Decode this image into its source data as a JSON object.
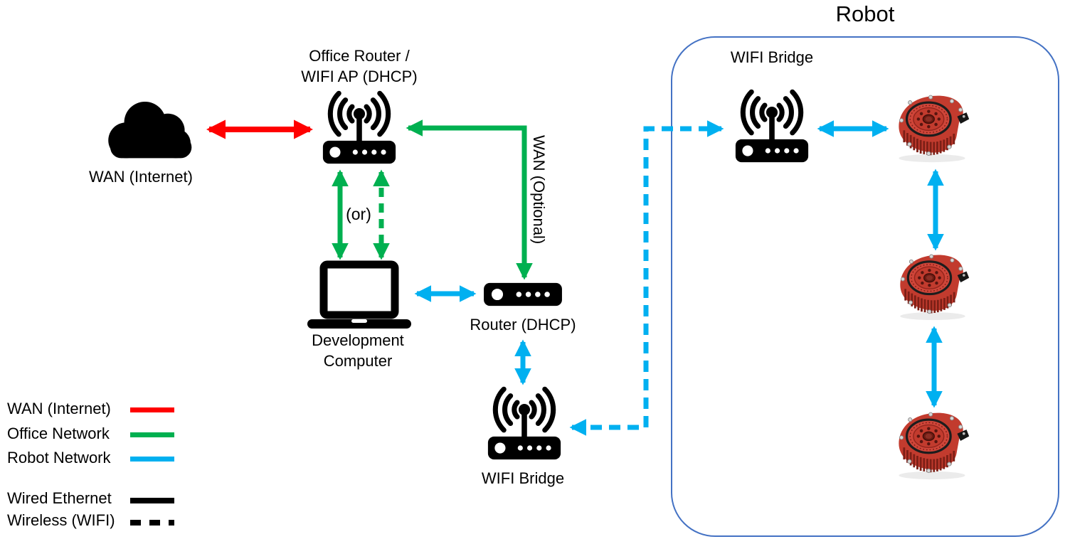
{
  "robot_group": {
    "title": "Robot"
  },
  "colors": {
    "wan_red": "#FF0000",
    "office_green": "#00B050",
    "robot_blue": "#00B0F0",
    "line_black": "#000000",
    "robot_box_border": "#4472C4"
  },
  "icons": {
    "cloud": "cloud-icon",
    "wifi_router": "wifi-router-icon",
    "router": "router-icon",
    "laptop": "laptop-icon",
    "actuator_module": "actuator-module-icon"
  },
  "nodes": {
    "wan_cloud": {
      "label": "WAN (Internet)",
      "icon": "cloud-icon"
    },
    "office_router": {
      "label_line1": "Office Router /",
      "label_line2": "WIFI AP (DHCP)",
      "icon": "wifi-router-icon"
    },
    "dev_computer": {
      "label_line1": "Development",
      "label_line2": "Computer",
      "icon": "laptop-icon"
    },
    "router_dhcp": {
      "label": "Router (DHCP)",
      "icon": "router-icon"
    },
    "office_wifi_bridge": {
      "label": "WIFI Bridge",
      "icon": "wifi-router-icon"
    },
    "robot_wifi_bridge": {
      "label": "WIFI Bridge",
      "icon": "wifi-router-icon"
    },
    "robot_modules": {
      "count": 3,
      "icon": "actuator-module-icon"
    }
  },
  "annotations": {
    "or_label": "(or)",
    "wan_optional_label": "WAN (Optional)"
  },
  "legend": {
    "network_items": [
      {
        "label": "WAN (Internet)",
        "color": "#FF0000",
        "line_style": "solid"
      },
      {
        "label": "Office Network",
        "color": "#00B050",
        "line_style": "solid"
      },
      {
        "label": "Robot Network",
        "color": "#00B0F0",
        "line_style": "solid"
      }
    ],
    "line_type_items": [
      {
        "label": "Wired Ethernet",
        "color": "#000000",
        "line_style": "solid"
      },
      {
        "label": "Wireless (WIFI)",
        "color": "#000000",
        "line_style": "dashed"
      }
    ]
  },
  "connections": [
    {
      "from": "wan_cloud",
      "to": "office_router",
      "network": "WAN (Internet)",
      "line": "wired",
      "bidirectional": true
    },
    {
      "from": "office_router",
      "to": "dev_computer",
      "network": "Office Network",
      "line": "wired",
      "bidirectional": true
    },
    {
      "from": "office_router",
      "to": "dev_computer",
      "network": "Office Network",
      "line": "wireless",
      "bidirectional": true,
      "note": "(or)"
    },
    {
      "from": "office_router",
      "to": "router_dhcp",
      "network": "Office Network",
      "line": "wired",
      "bidirectional": true,
      "note": "WAN (Optional)"
    },
    {
      "from": "dev_computer",
      "to": "router_dhcp",
      "network": "Robot Network",
      "line": "wired",
      "bidirectional": true
    },
    {
      "from": "router_dhcp",
      "to": "office_wifi_bridge",
      "network": "Robot Network",
      "line": "wired",
      "bidirectional": true
    },
    {
      "from": "office_wifi_bridge",
      "to": "robot_wifi_bridge",
      "network": "Robot Network",
      "line": "wireless",
      "bidirectional": true
    },
    {
      "from": "robot_wifi_bridge",
      "to": "robot_module_1",
      "network": "Robot Network",
      "line": "wired",
      "bidirectional": true
    },
    {
      "from": "robot_module_1",
      "to": "robot_module_2",
      "network": "Robot Network",
      "line": "wired",
      "bidirectional": true
    },
    {
      "from": "robot_module_2",
      "to": "robot_module_3",
      "network": "Robot Network",
      "line": "wired",
      "bidirectional": true
    }
  ]
}
